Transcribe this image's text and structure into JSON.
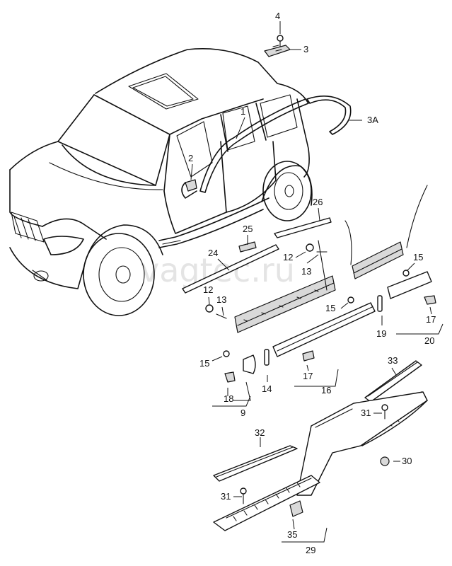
{
  "watermark": "vagtec.ru",
  "callouts": {
    "c1": "1",
    "c2": "2",
    "c3": "3",
    "c3a": "3A",
    "c4": "4",
    "c9": "9",
    "c12a": "12",
    "c12b": "12",
    "c13a": "13",
    "c13b": "13",
    "c14": "14",
    "c15a": "15",
    "c15b": "15",
    "c15c": "15",
    "c16": "16",
    "c17a": "17",
    "c17b": "17",
    "c18": "18",
    "c19": "19",
    "c20": "20",
    "c24": "24",
    "c25": "25",
    "c26": "26",
    "c29": "29",
    "c30": "30",
    "c31a": "31",
    "c31b": "31",
    "c32": "32",
    "c33": "33",
    "c35": "35"
  }
}
